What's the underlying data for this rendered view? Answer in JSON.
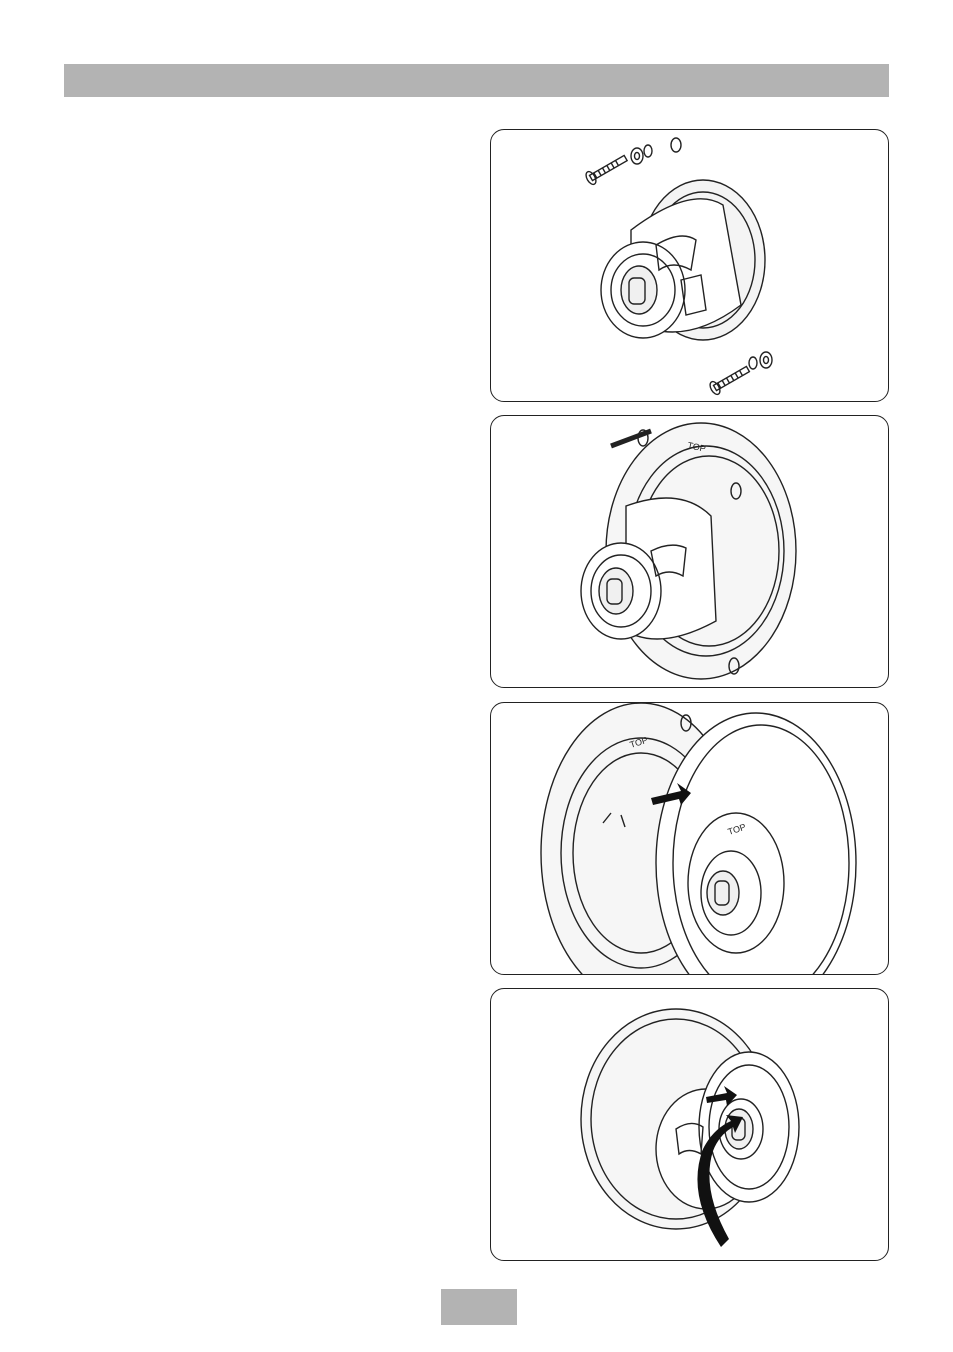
{
  "panels": [
    {
      "id": "step-1",
      "labels": []
    },
    {
      "id": "step-2",
      "labels": [
        "TOP"
      ]
    },
    {
      "id": "step-3",
      "labels": [
        "TOP",
        "TOP"
      ]
    },
    {
      "id": "step-4",
      "labels": []
    }
  ],
  "colors": {
    "header_bar": "#b3b3b3",
    "page_tab": "#b3b3b3",
    "line": "#222222"
  }
}
